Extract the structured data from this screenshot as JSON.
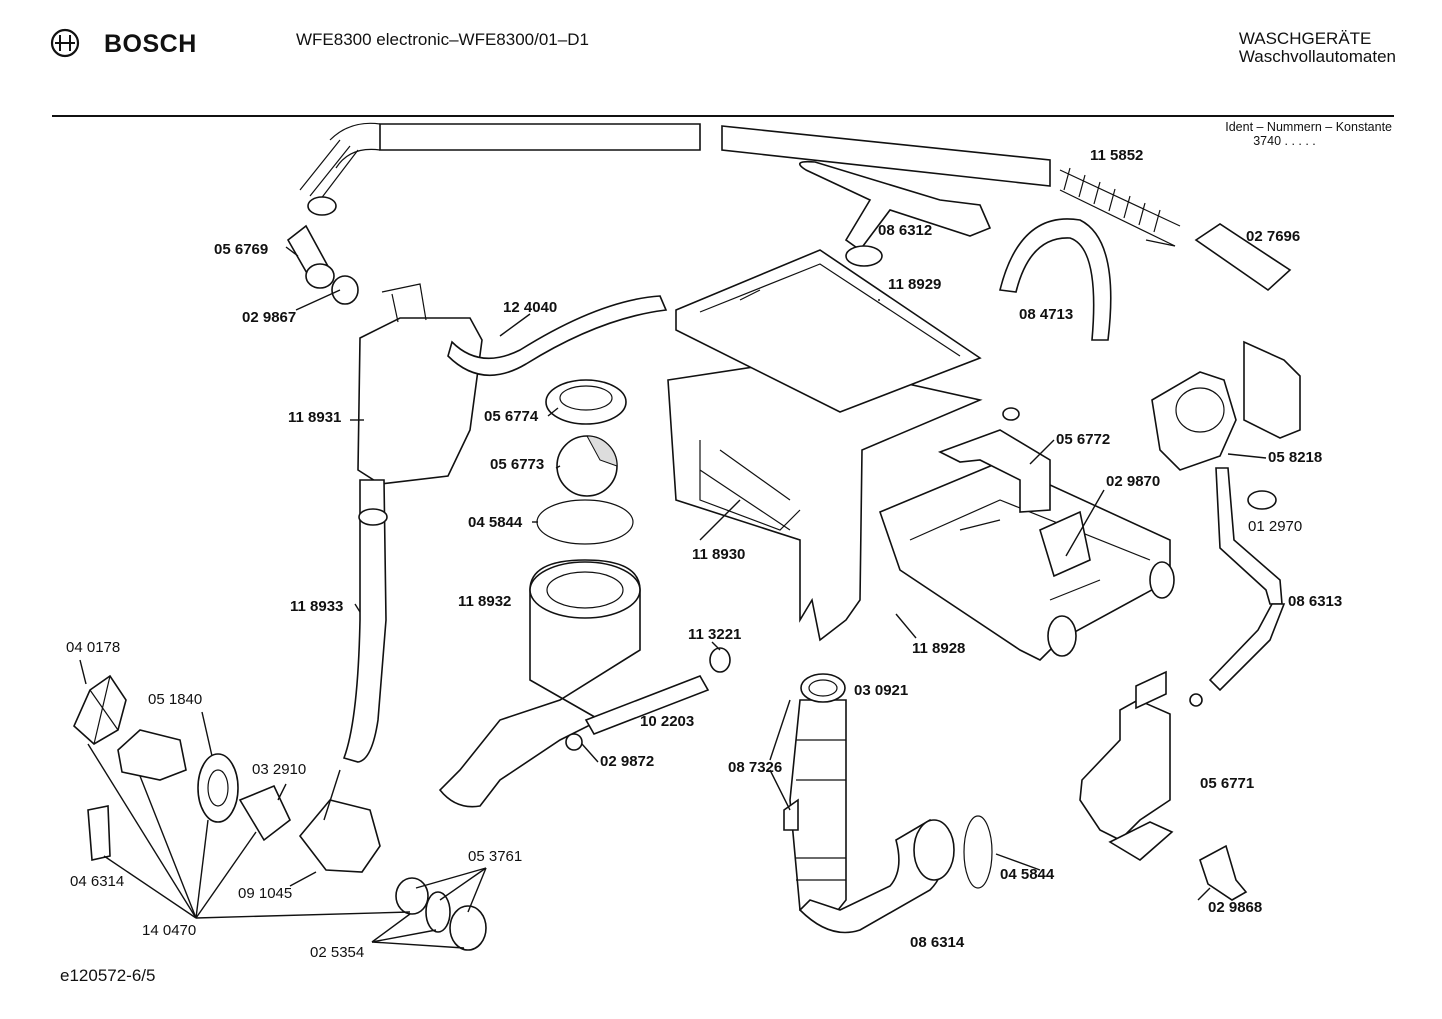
{
  "header": {
    "brand": "BOSCH",
    "model": "WFE8300 electronic–WFE8300/01–D1",
    "category_line1": "WASCHGERÄTE",
    "category_line2": "Waschvollautomaten",
    "ident_label": "Ident – Nummern – Konstante",
    "ident_value": "3740 . . . . ."
  },
  "footer": {
    "doc_id": "e120572-6/5"
  },
  "parts": {
    "p115852": "11 5852",
    "p027696": "02 7696",
    "p086312": "08 6312",
    "p118929": "11 8929",
    "p084713": "08 4713",
    "p056769": "05 6769",
    "p029867": "02 9867",
    "p124040": "12 4040",
    "p118931": "11 8931",
    "p056774": "05 6774",
    "p056773": "05 6773",
    "p045844a": "04 5844",
    "p118933": "11 8933",
    "p118932": "11 8932",
    "p118930": "11 8930",
    "p056772": "05 6772",
    "p029870": "02 9870",
    "p058218": "05 8218",
    "p012970": "01 2970",
    "p086313": "08 6313",
    "p118928": "11 8928",
    "p113221": "11 3221",
    "p102203": "10 2203",
    "p029872": "02 9872",
    "p030921": "03 0921",
    "p087326": "08 7326",
    "p056771": "05 6771",
    "p040178": "04 0178",
    "p051840": "05 1840",
    "p032910": "03 2910",
    "p046314": "04 6314",
    "p091045": "09 1045",
    "p053761": "05 3761",
    "p140470": "14 0470",
    "p025354": "02 5354",
    "p045844b": "04 5844",
    "p086314": "08 6314",
    "p029868": "02 9868"
  }
}
